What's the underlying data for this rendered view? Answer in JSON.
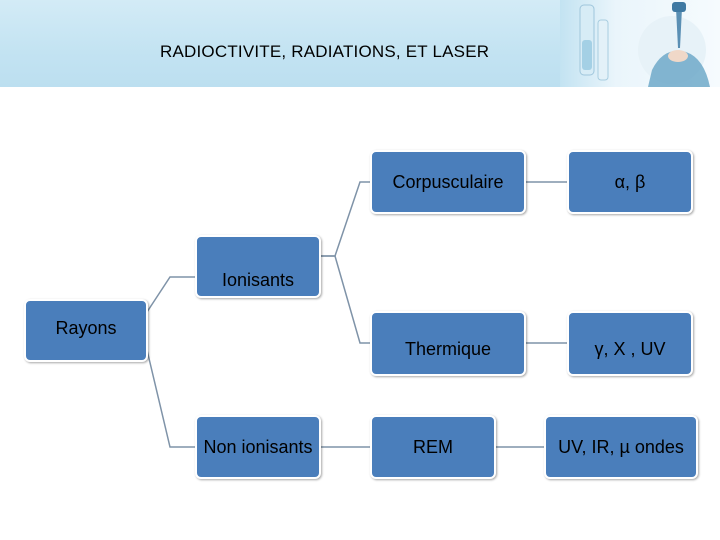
{
  "header": {
    "title": "RADIOCTIVITE, RADIATIONS, ET LASER"
  },
  "diagram": {
    "root": {
      "label": "Rayons"
    },
    "ionisants": {
      "label": "Ionisants"
    },
    "non_ionisants": {
      "label": "Non ionisants"
    },
    "corpusculaire": {
      "label": "Corpusculaire"
    },
    "thermique": {
      "label": "Thermique"
    },
    "rem": {
      "label": "REM"
    },
    "alpha_beta": {
      "label": "α, β"
    },
    "gamma_x_uv": {
      "label": "γ, X , UV"
    },
    "uv_ir_micro": {
      "label": "UV, IR, µ ondes"
    }
  },
  "colors": {
    "node_fill": "#4a7ebb",
    "node_border": "#ffffff",
    "connector": "#7f93a8",
    "header_bg": "#c3e3f2"
  }
}
